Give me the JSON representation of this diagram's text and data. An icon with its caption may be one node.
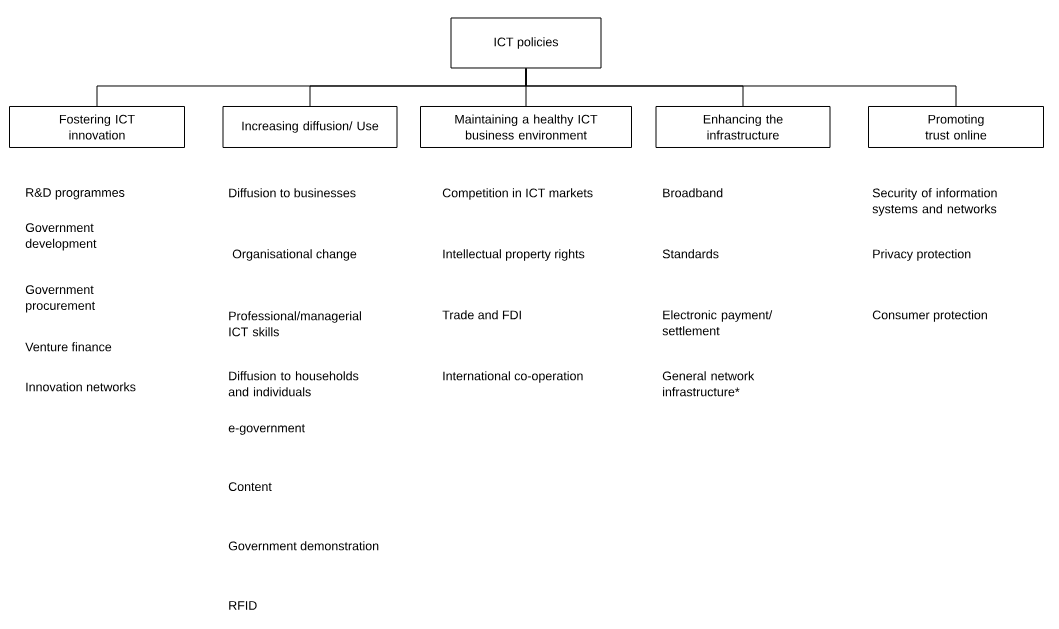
{
  "diagram": {
    "nodes": [
      {
        "text": [
          "ICT policies"
        ]
      },
      {
        "text": [
          "Fostering ICT innovation"
        ]
      },
      {
        "text": [
          "Increasing diffusion/ Use"
        ]
      },
      {
        "text": [
          "Maintaining a healthy ICT business environment"
        ]
      },
      {
        "text": [
          "Enhancing the infrastructure"
        ]
      },
      {
        "text": [
          "Promoting trust online"
        ]
      }
    ],
    "edges": [
      {
        "from": 0,
        "to": 1,
        "arrow": "none"
      },
      {
        "from": 0,
        "to": 2,
        "arrow": "none"
      },
      {
        "from": 0,
        "to": 3,
        "arrow": "none"
      },
      {
        "from": 0,
        "to": 4,
        "arrow": "none"
      },
      {
        "from": 0,
        "to": 5,
        "arrow": "none"
      }
    ],
    "labels": [
      "R&D programmes",
      "Government development",
      "Government procurement",
      "Venture finance",
      "Innovation networks",
      "Diffusion to businesses",
      "Organisational change",
      "Professional/managerial ICT skills",
      "Diffusion to households and individuals",
      "e-government",
      "Content",
      "Government demonstration",
      "RFID",
      "Competition in ICT markets",
      "Intellectual property rights",
      "Trade and FDI",
      "International co-operation",
      "Broadband",
      "Standards",
      "Electronic payment/ settlement",
      "General network infrastructure*",
      "Security of information systems and networks",
      "Privacy protection",
      "Consumer protection"
    ]
  }
}
